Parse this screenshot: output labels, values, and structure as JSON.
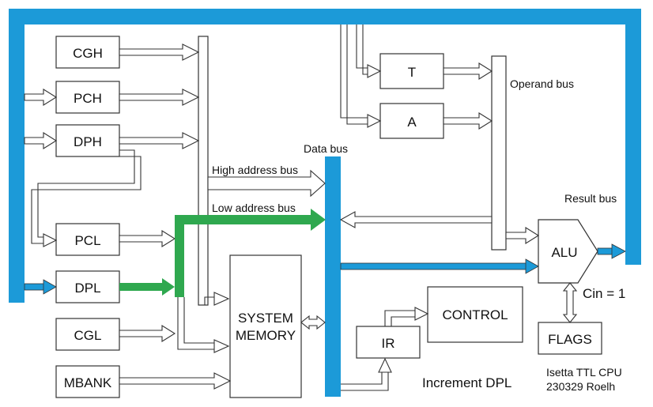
{
  "registers": {
    "cgh": "CGH",
    "pch": "PCH",
    "dph": "DPH",
    "pcl": "PCL",
    "dpl": "DPL",
    "cgl": "CGL",
    "mbank": "MBANK",
    "t": "T",
    "a": "A"
  },
  "units": {
    "memory_line1": "SYSTEM",
    "memory_line2": "MEMORY",
    "ir": "IR",
    "control": "CONTROL",
    "alu": "ALU",
    "flags": "FLAGS"
  },
  "buses": {
    "data": "Data bus",
    "operand": "Operand bus",
    "result": "Result bus",
    "high_address": "High address bus",
    "low_address": "Low address bus"
  },
  "notes": {
    "cin": "Cin = 1",
    "increment": "Increment DPL",
    "credit_line1": "Isetta TTL CPU",
    "credit_line2": "230329 Roelh"
  },
  "colors": {
    "bus": "#1c9ad8",
    "active_path": "#2fa84f"
  }
}
